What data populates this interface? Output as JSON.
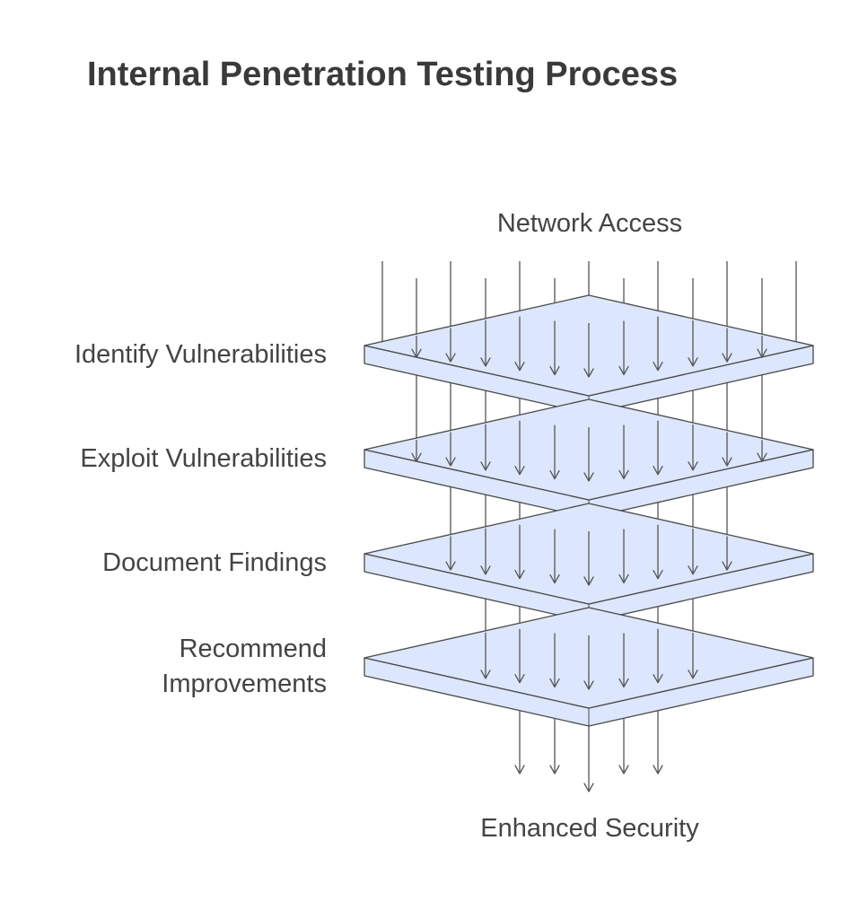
{
  "title": "Internal Penetration Testing Process",
  "input_label": "Network Access",
  "output_label": "Enhanced Security",
  "layers": [
    {
      "label": "Identify Vulnerabilities"
    },
    {
      "label": "Exploit Vulnerabilities"
    },
    {
      "label": "Document Findings"
    },
    {
      "label_lines": [
        "Recommend",
        "Improvements"
      ]
    }
  ],
  "colors": {
    "plate_fill": "#dce6fd",
    "plate_stroke": "#4a4a4a",
    "arrow": "#555555",
    "text": "#444444"
  }
}
